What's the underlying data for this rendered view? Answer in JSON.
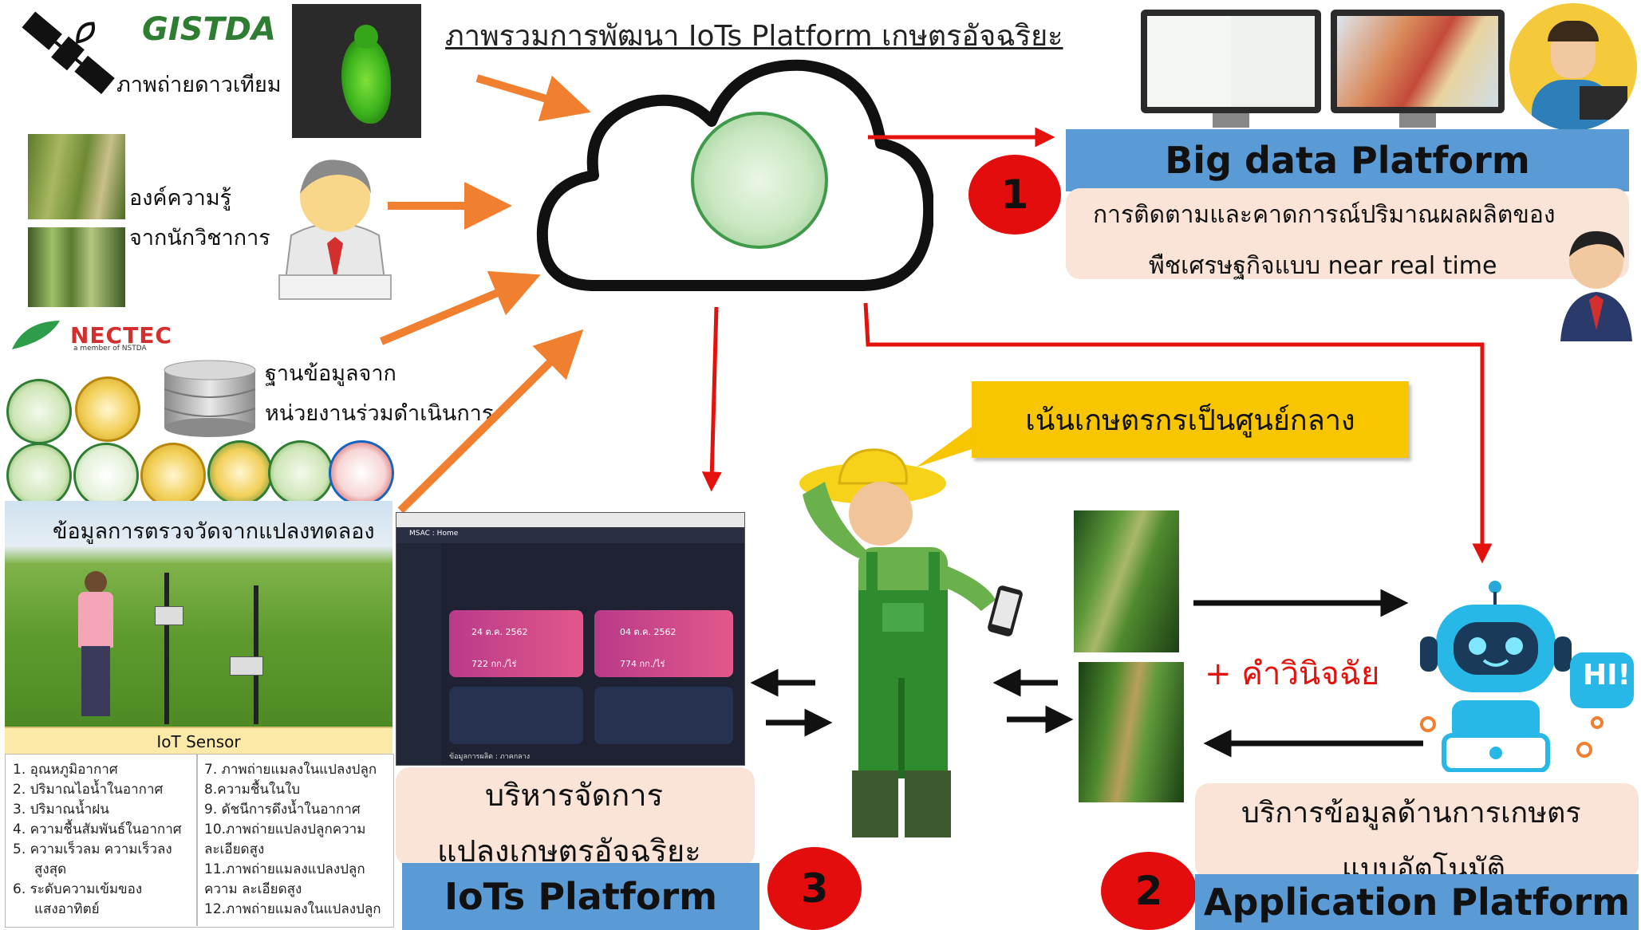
{
  "title": "ภาพรวมการพัฒนา IoTs Platform เกษตรอัจฉริยะ",
  "left": {
    "gistda_logo": "GISTDA",
    "satellite_label": "ภาพถ่ายดาวเทียม",
    "knowledge_line1": "องค์ความรู้",
    "knowledge_line2": "จากนักวิชาการ",
    "nectec_logo": "NECTEC",
    "nectec_sub": "a member of NSTDA",
    "database_line1": "ฐานข้อมูลจาก",
    "database_line2": "หน่วยงานร่วมดำเนินการ",
    "field_caption": "ข้อมูลการตรวจวัดจากแปลงทดลอง",
    "sensor_header": "IoT Sensor",
    "sensor_col1": [
      "1.  อุณหภูมิอากาศ",
      "2.  ปริมาณไอน้ำในอากาศ",
      "3.  ปริมาณน้ำฝน",
      "4.  ความชื้นสัมพันธ์ในอากาศ",
      "5.  ความเร็วลม ความเร็วลง",
      "     สูงสุด",
      "6.  ระดับความเข้มของ",
      "     แสงอาทิตย์"
    ],
    "sensor_col2": [
      "7. ภาพถ่ายแมลงในแปลงปลูก",
      "8.ความชื้นในใบ",
      "9. ดัชนีการดึงน้ำในอากาศ",
      "10.ภาพถ่ายแปลงปลูกความ",
      "ละเอียดสูง",
      "11.ภาพถ่ายแมลงแปลงปลูก",
      "ความ ละเอียดสูง",
      "12.ภาพถ่ายแมลงในแปลงปลูก"
    ]
  },
  "big_data": {
    "number": "1",
    "title": "Big data Platform",
    "desc_line1": "การติดตามและคาดการณ์ปริมาณผลผลิตของ",
    "desc_line2": "พืชเศรษฐกิจแบบ near real time"
  },
  "center": {
    "speech": "เน้นเกษตรกรเป็นศูนย์กลาง",
    "manage_line1": "บริหารจัดการ",
    "manage_line2": "แปลงเกษตรอัจฉริยะ",
    "diagnosis": "+ คำวินิจฉัย",
    "hi": "HI!"
  },
  "dashboard": {
    "app_name": "MSAC : Home",
    "card1_date": "24 ต.ค. 2562",
    "card1_value": "722 กก./ไร่",
    "card2_date": "04 ต.ค. 2562",
    "card2_value": "774 กก./ไร่",
    "footer_label": "ข้อมูลการผลิต : ภาคกลาง"
  },
  "iot": {
    "number": "3",
    "title": "IoTs Platform"
  },
  "app": {
    "number": "2",
    "title": "Application Platform",
    "desc_line1": "บริการข้อมูลด้านการเกษตร",
    "desc_line2": "แบบอัตโนมัติ"
  },
  "colors": {
    "orange_arrow": "#f08030",
    "red_arrow": "#e4120c",
    "banner_blue": "#5b9bd5",
    "peach": "#f9e4d7",
    "speech_yellow": "#f7c600",
    "number_red": "#e40d0d"
  }
}
